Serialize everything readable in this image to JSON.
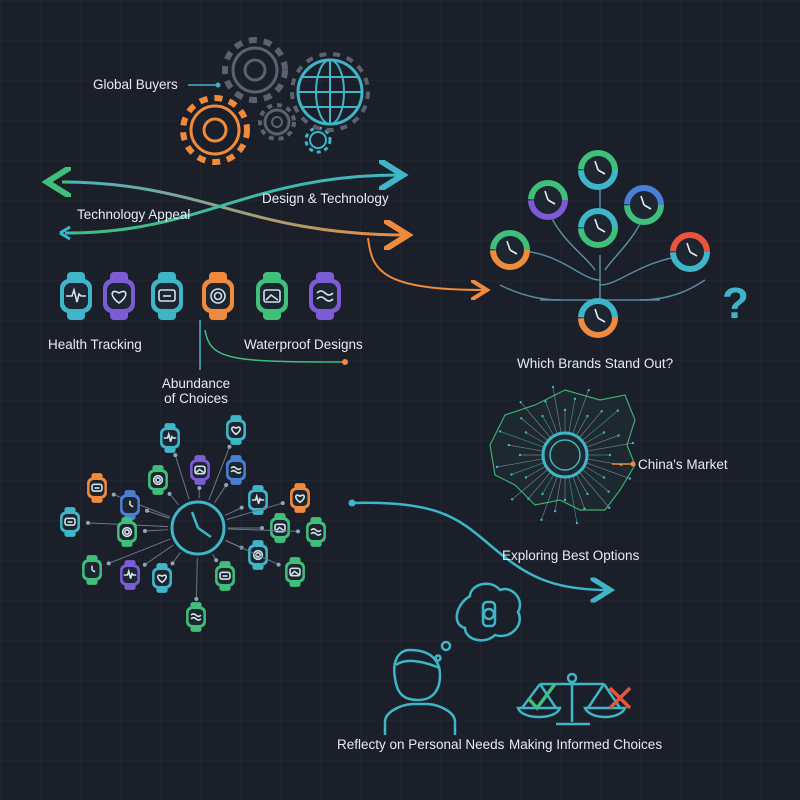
{
  "labels": {
    "global_buyers": "Global Buyers",
    "technology_appeal": "Technology Appeal",
    "design_technology": "Design & Technology",
    "health_tracking": "Health Tracking",
    "waterproof_designs": "Waterproof Designs",
    "abundance_line1": "Abundance",
    "abundance_line2": "of Choices",
    "which_brands": "Which Brands Stand Out?",
    "china_market": "China's Market",
    "exploring": "Exploring Best Options",
    "reflect": "Reflecty on Personal Needs",
    "informed": "Making Informed Choices",
    "question_mark": "?"
  },
  "colors": {
    "teal": "#3fb6c8",
    "green": "#3fbf7a",
    "orange": "#f08a3c",
    "purple": "#7c5cd6",
    "blue": "#4a7fd6",
    "red": "#e8553a",
    "background": "#1a1f2a"
  },
  "watch_row": [
    {
      "icon": "heartbeat-icon",
      "color": "#3fb6c8"
    },
    {
      "icon": "heart-icon",
      "color": "#7c5cd6"
    },
    {
      "icon": "message-icon",
      "color": "#3fb6c8"
    },
    {
      "icon": "camera-icon",
      "color": "#f08a3c"
    },
    {
      "icon": "image-icon",
      "color": "#3fbf7a"
    },
    {
      "icon": "wave-icon",
      "color": "#7c5cd6"
    }
  ]
}
